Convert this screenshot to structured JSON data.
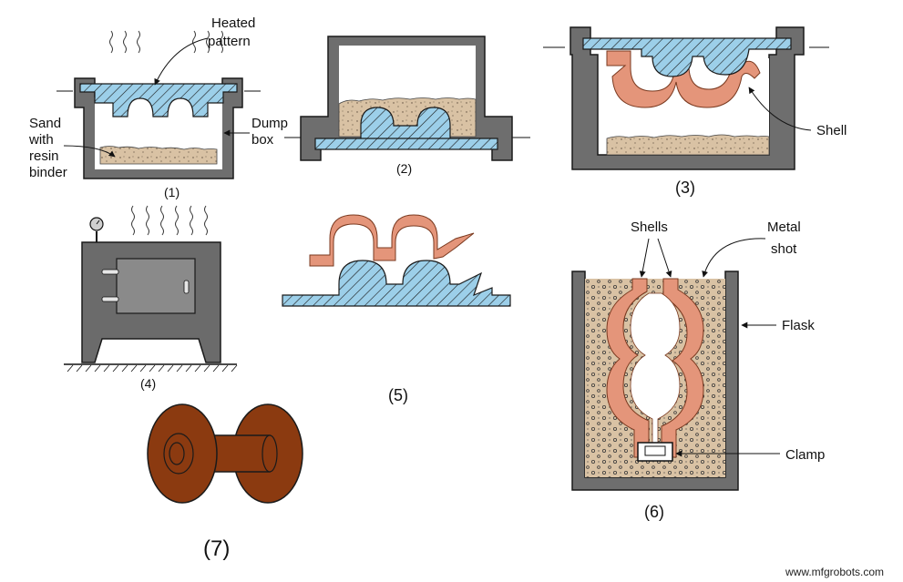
{
  "colors": {
    "box_gray": "#6e6e6e",
    "box_stroke": "#1a1a1a",
    "pattern_blue": "#9ccfe9",
    "shell_salmon": "#e4957a",
    "sand_tan": "#d9c2a4",
    "bronze": "#8b3a10",
    "oven_gray": "#6b6b6b"
  },
  "panel1": {
    "label_heated_pattern_line1": "Heated",
    "label_heated_pattern_line2": "pattern",
    "label_sand_line1": "Sand",
    "label_sand_line2": "with",
    "label_sand_line3": "resin",
    "label_sand_line4": "binder",
    "label_dump_box_line1": "Dump",
    "label_dump_box_line2": "box",
    "caption": "(1)"
  },
  "panel2": {
    "caption": "(2)"
  },
  "panel3": {
    "label_shell": "Shell",
    "caption": "(3)"
  },
  "panel4": {
    "caption": "(4)"
  },
  "panel5": {
    "caption": "(5)"
  },
  "panel6": {
    "label_shells": "Shells",
    "label_metal_shot_line1": "Metal",
    "label_metal_shot_line2": "shot",
    "label_flask": "Flask",
    "label_clamp": "Clamp",
    "caption": "(6)"
  },
  "panel7": {
    "caption": "(7)"
  },
  "watermark": "www.mfgrobots.com"
}
